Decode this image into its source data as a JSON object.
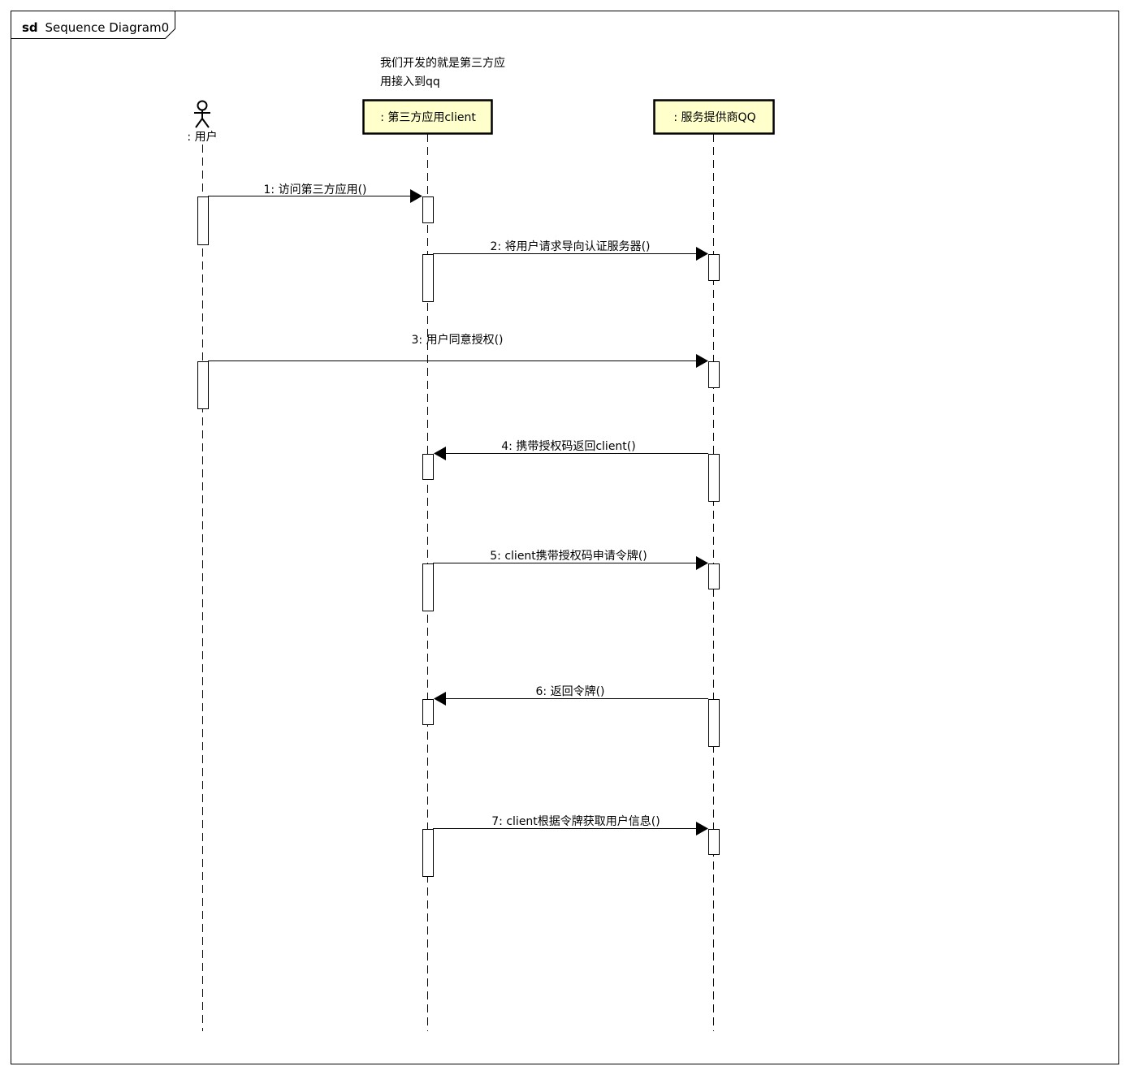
{
  "frame": {
    "keyword": "sd",
    "name": "Sequence Diagram0"
  },
  "note": {
    "line1": "我们开发的就是第三方应",
    "line2": "用接入到qq"
  },
  "lifelines": [
    {
      "id": "user",
      "label": ": 用户",
      "kind": "actor"
    },
    {
      "id": "client",
      "label": ": 第三方应用client",
      "kind": "object"
    },
    {
      "id": "qq",
      "label": ": 服务提供商QQ",
      "kind": "object"
    }
  ],
  "messages": [
    {
      "label": "1: 访问第三方应用()",
      "from": "user",
      "to": "client"
    },
    {
      "label": "2: 将用户请求导向认证服务器()",
      "from": "client",
      "to": "qq"
    },
    {
      "label": "3: 用户同意授权()",
      "from": "user",
      "to": "qq"
    },
    {
      "label": "4: 携带授权码返回client()",
      "from": "qq",
      "to": "client"
    },
    {
      "label": "5: client携带授权码申请令牌()",
      "from": "client",
      "to": "qq"
    },
    {
      "label": "6: 返回令牌()",
      "from": "qq",
      "to": "client"
    },
    {
      "label": "7: client根据令牌获取用户信息()",
      "from": "client",
      "to": "qq"
    }
  ],
  "colors": {
    "object_fill": "#ffffcc",
    "line": "#000000",
    "background": "#ffffff"
  }
}
